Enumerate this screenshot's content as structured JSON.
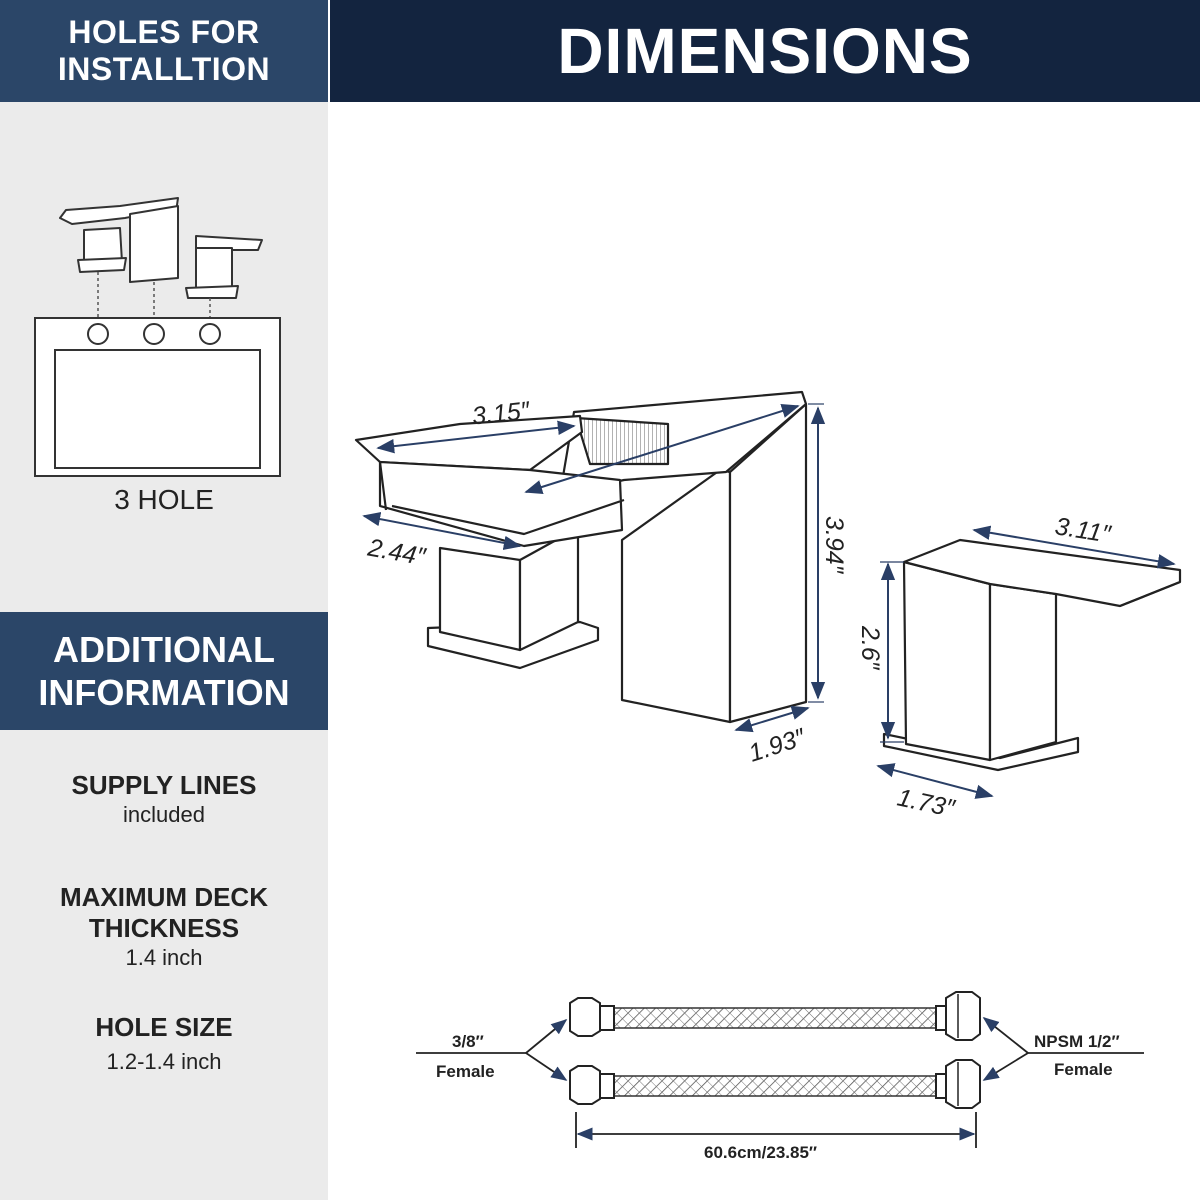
{
  "header": {
    "left_title": "HOLES FOR\nINSTALLTION",
    "main_title": "DIMENSIONS"
  },
  "install": {
    "hole_label": "3 HOLE"
  },
  "additional": {
    "title": "ADDITIONAL\nINFORMATION",
    "items": [
      {
        "title": "SUPPLY LINES",
        "value": "included"
      },
      {
        "title": "MAXIMUM DECK\nTHICKNESS",
        "value": "1.4 inch"
      },
      {
        "title": "HOLE SIZE",
        "value": "1.2-1.4 inch"
      }
    ]
  },
  "faucet_dims": {
    "spout_length": "3.15″",
    "spout_width": "2.44″",
    "height": "3.94″",
    "base_depth": "1.93″"
  },
  "handle_dims": {
    "lever_length": "3.11″",
    "height": "2.6″",
    "base_width": "1.73″"
  },
  "hose": {
    "left_size": "3/8″",
    "left_type": "Female",
    "right_size": "NPSM 1/2″",
    "right_type": "Female",
    "length": "60.6cm/23.85″"
  },
  "colors": {
    "header_dark": "#13243f",
    "header_blue": "#2b4668",
    "panel_gray": "#ebebeb",
    "dimension_line": "#2a3f66"
  }
}
